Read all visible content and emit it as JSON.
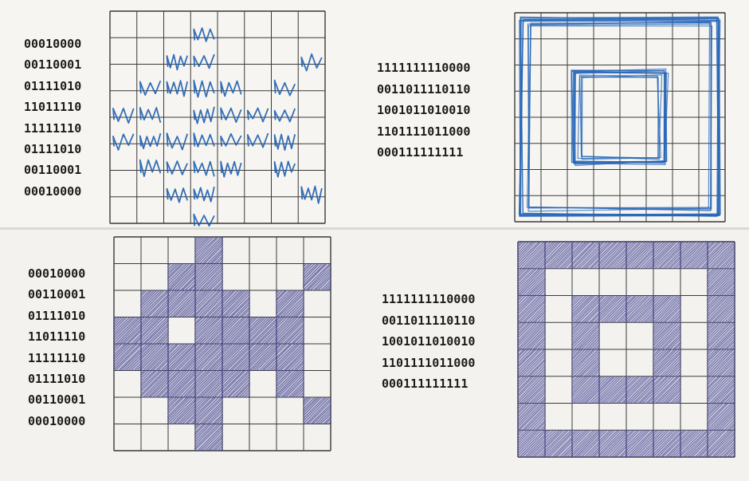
{
  "panels": [
    {
      "binary": [
        "00010000",
        "00110001",
        "01111010",
        "11011110",
        "11111110",
        "01111010",
        "00110001",
        "00010000"
      ],
      "ink": "#1f5fb0",
      "style": "scribble"
    },
    {
      "binary": [
        "1111111110000",
        "0011011110110",
        "1001011010010",
        "1101111011000",
        "000111111111"
      ],
      "ink": "#2566b8",
      "style": "frame-lines"
    },
    {
      "binary": [
        "00010000",
        "00110001",
        "01111010",
        "11011110",
        "11111110",
        "01111010",
        "00110001",
        "00010000"
      ],
      "ink": "#4e4e98",
      "style": "hatch"
    },
    {
      "binary": [
        "1111111110000",
        "0011011110110",
        "1001011010010",
        "1101111011000",
        "000111111111"
      ],
      "ink": "#55559e",
      "style": "hatch"
    }
  ],
  "colors": {
    "paper": "#f6f5f1",
    "grid_line": "#3a3a3a",
    "text": "#1c1c1c"
  }
}
